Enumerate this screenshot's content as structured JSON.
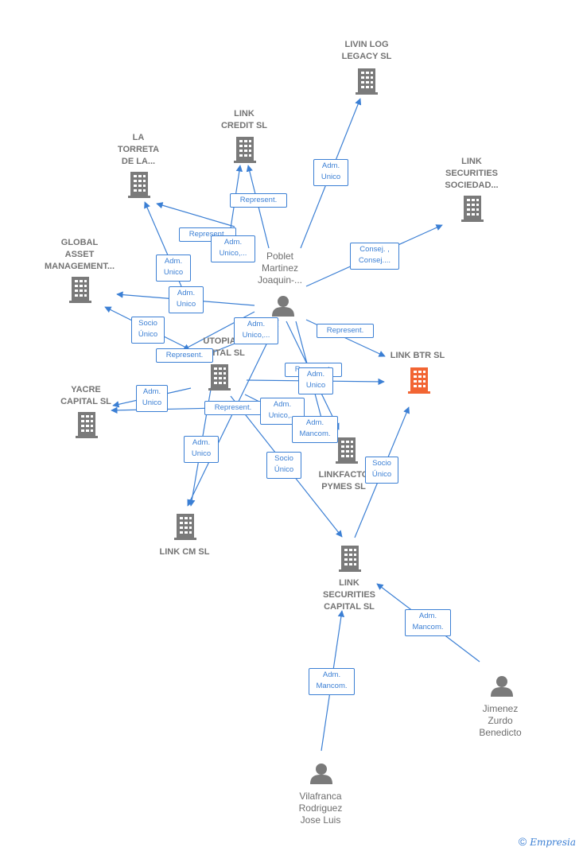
{
  "colors": {
    "edge": "#3b7fd4",
    "node": "#7a7a7a",
    "highlight": "#f26533"
  },
  "nodes": [
    {
      "id": "livin",
      "kind": "company",
      "label": "LIVIN LOG\nLEGACY SL"
    },
    {
      "id": "credit",
      "kind": "company",
      "label": "LINK\nCREDIT SL"
    },
    {
      "id": "torreta",
      "kind": "company",
      "label": "LA\nTORRETA\nDE LA..."
    },
    {
      "id": "secsoc",
      "kind": "company",
      "label": "LINK\nSECURITIES\nSOCIEDAD..."
    },
    {
      "id": "global",
      "kind": "company",
      "label": "GLOBAL\nASSET\nMANAGEMENT..."
    },
    {
      "id": "btr",
      "kind": "company",
      "label": "LINK BTR SL",
      "highlight": true
    },
    {
      "id": "utopia",
      "kind": "company",
      "label": "UTOPIA\nCAPITAL SL"
    },
    {
      "id": "yacre",
      "kind": "company",
      "label": "YACRE\nCAPITAL SL"
    },
    {
      "id": "linkfacto",
      "kind": "company",
      "label": "LINKFACTO\nPYMES SL"
    },
    {
      "id": "cm",
      "kind": "company",
      "label": "LINK CM SL"
    },
    {
      "id": "seccap",
      "kind": "company",
      "label": "LINK\nSECURITIES\nCAPITAL SL"
    },
    {
      "id": "poblet",
      "kind": "person",
      "label": "Poblet\nMartinez\nJoaquin-..."
    },
    {
      "id": "jimenez",
      "kind": "person",
      "label": "Jimenez\nZurdo\nBenedicto"
    },
    {
      "id": "vilafranca",
      "kind": "person",
      "label": "Vilafranca\nRodriguez\nJose Luis"
    }
  ],
  "edge_labels": [
    "Adm.\nUnico",
    "Represent.",
    "Represent.",
    "Adm.\nUnico,...",
    "Consej. ,\nConsej....",
    "Adm.\nUnico",
    "Adm.\nUnico",
    "Socio\nÚnico",
    "Adm.\nUnico,...",
    "Represent.",
    "Represent.",
    "Represent.",
    "Adm.\nUnico",
    "Adm.\nUnico",
    "Represent.",
    "Adm.\nUnico,...",
    "Adm.\nMancom.",
    "Adm.\nUnico",
    "Socio\nÚnico",
    "Socio\nÚnico",
    "Adm.\nMancom.",
    "Adm.\nMancom."
  ],
  "footer": {
    "copyright": "©",
    "brand": "Empresia"
  }
}
